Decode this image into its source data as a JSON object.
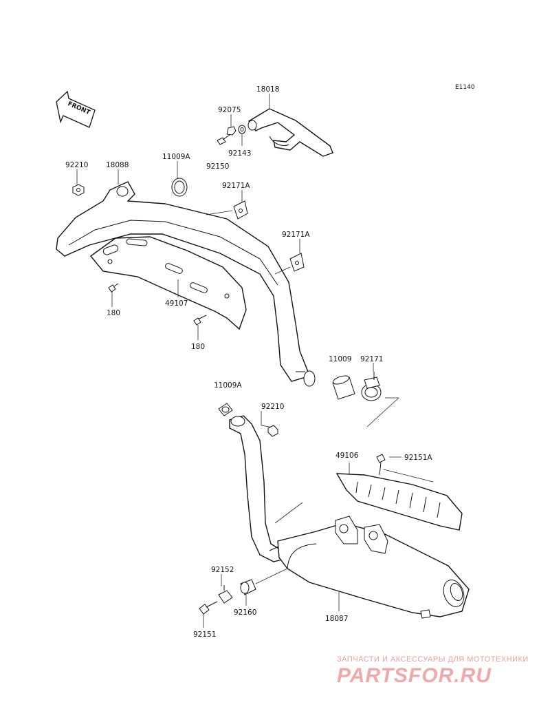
{
  "diagram": {
    "ref_code": "E1140",
    "front_label": "FRONT",
    "labels": {
      "p18018": "18018",
      "p92075": "92075",
      "p92143": "92143",
      "p92150": "92150",
      "p92210a": "92210",
      "p18088": "18088",
      "p11009a_top": "11009A",
      "p92171a_1": "92171A",
      "p92171a_2": "92171A",
      "p180_1": "180",
      "p49107": "49107",
      "p180_2": "180",
      "p11009": "11009",
      "p92171": "92171",
      "p11009a_bot": "11009A",
      "p92210b": "92210",
      "p49106": "49106",
      "p92151a": "92151A",
      "p92152": "92152",
      "p92160": "92160",
      "p18087": "18087",
      "p92151": "92151"
    }
  },
  "watermark": {
    "subtitle": "ЗАПЧАСТИ И АКСЕССУАРЫ ДЛЯ МОТОТЕХНИКИ",
    "brand": "PARTSFOR.RU"
  }
}
